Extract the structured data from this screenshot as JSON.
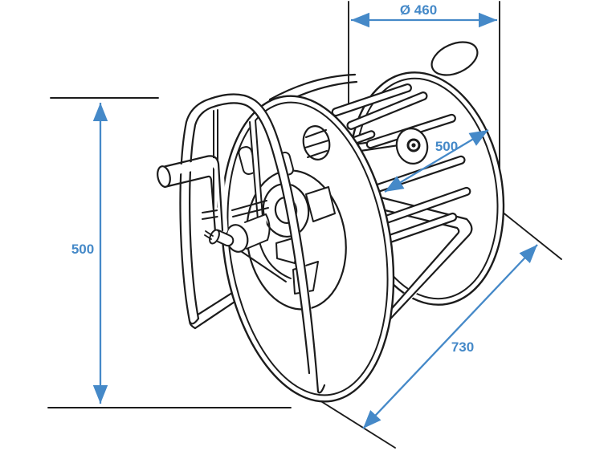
{
  "drawing": {
    "subject": "cable-drum-technical-drawing"
  },
  "dimensions": {
    "diameter": {
      "label": "Ø 460"
    },
    "height": {
      "label": "500"
    },
    "drum_depth": {
      "label": "500"
    },
    "base_diagonal": {
      "label": "730"
    }
  },
  "colors": {
    "dimension_blue": "#4589c8",
    "ink": "#1c1c1c",
    "background": "#ffffff"
  }
}
